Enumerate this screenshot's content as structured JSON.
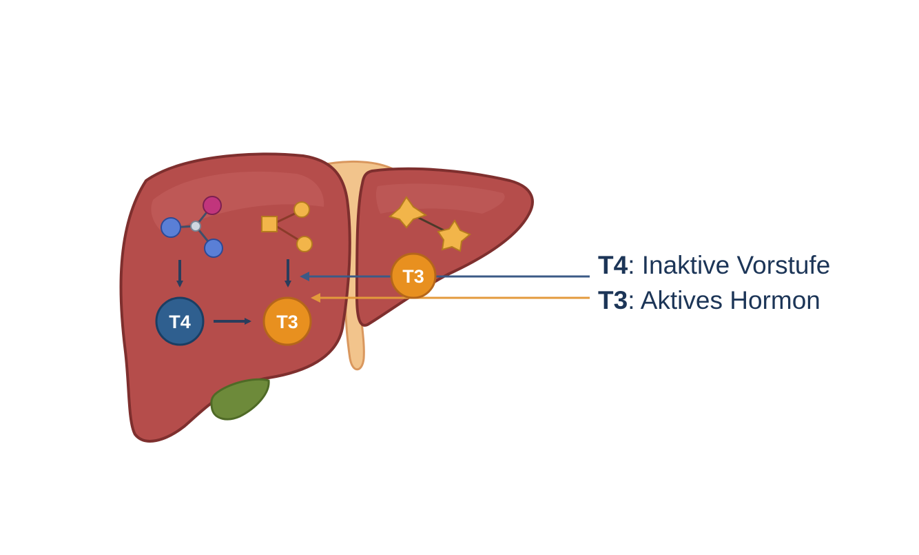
{
  "nodes": {
    "t4_main": "T4",
    "t3_main": "T3",
    "t3_right": "T3"
  },
  "legend": {
    "t4_key": "T4",
    "t4_sep": ":",
    "t4_desc": "Inaktive Vorstufe",
    "t3_key": "T3",
    "t3_sep": ":",
    "t3_desc": "Aktives Hormon"
  },
  "colors": {
    "liver_fill": "#b54d4b",
    "liver_outline": "#7e2f2e",
    "ligament": "#f2c48c",
    "gallbladder": "#6d8a3a",
    "t4_blue": "#2f5f8f",
    "t3_orange": "#e8901f",
    "arrow_navy": "#2a3d5c",
    "legend_text": "#1c3557"
  },
  "icons": [
    "molecule-pink-blue-icon",
    "molecule-square-circles-icon",
    "molecule-stars-icon"
  ]
}
